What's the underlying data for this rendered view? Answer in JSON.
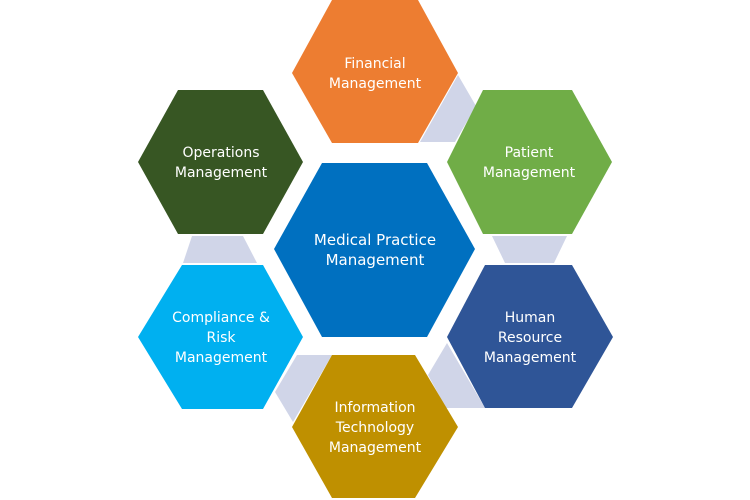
{
  "diagram": {
    "title": "Medical Practice Management",
    "center": {
      "lines": [
        "Medical Practice",
        "Management"
      ],
      "color": "#0070C0"
    },
    "nodes": [
      {
        "id": "financial",
        "lines": [
          "Financial",
          "Management"
        ],
        "color": "#ED7D31"
      },
      {
        "id": "patient",
        "lines": [
          "Patient",
          "Management"
        ],
        "color": "#70AD47"
      },
      {
        "id": "human-resource",
        "lines": [
          "Human",
          "Resource",
          "Management"
        ],
        "color": "#2F5597"
      },
      {
        "id": "information-technology",
        "lines": [
          "Information",
          "Technology",
          "Management"
        ],
        "color": "#BF9000"
      },
      {
        "id": "compliance-risk",
        "lines": [
          "Compliance &",
          "Risk",
          "Management"
        ],
        "color": "#00B0F0"
      },
      {
        "id": "operations",
        "lines": [
          "Operations",
          "Management"
        ],
        "color": "#375623"
      }
    ],
    "connector_color": "#D0D5E8"
  }
}
